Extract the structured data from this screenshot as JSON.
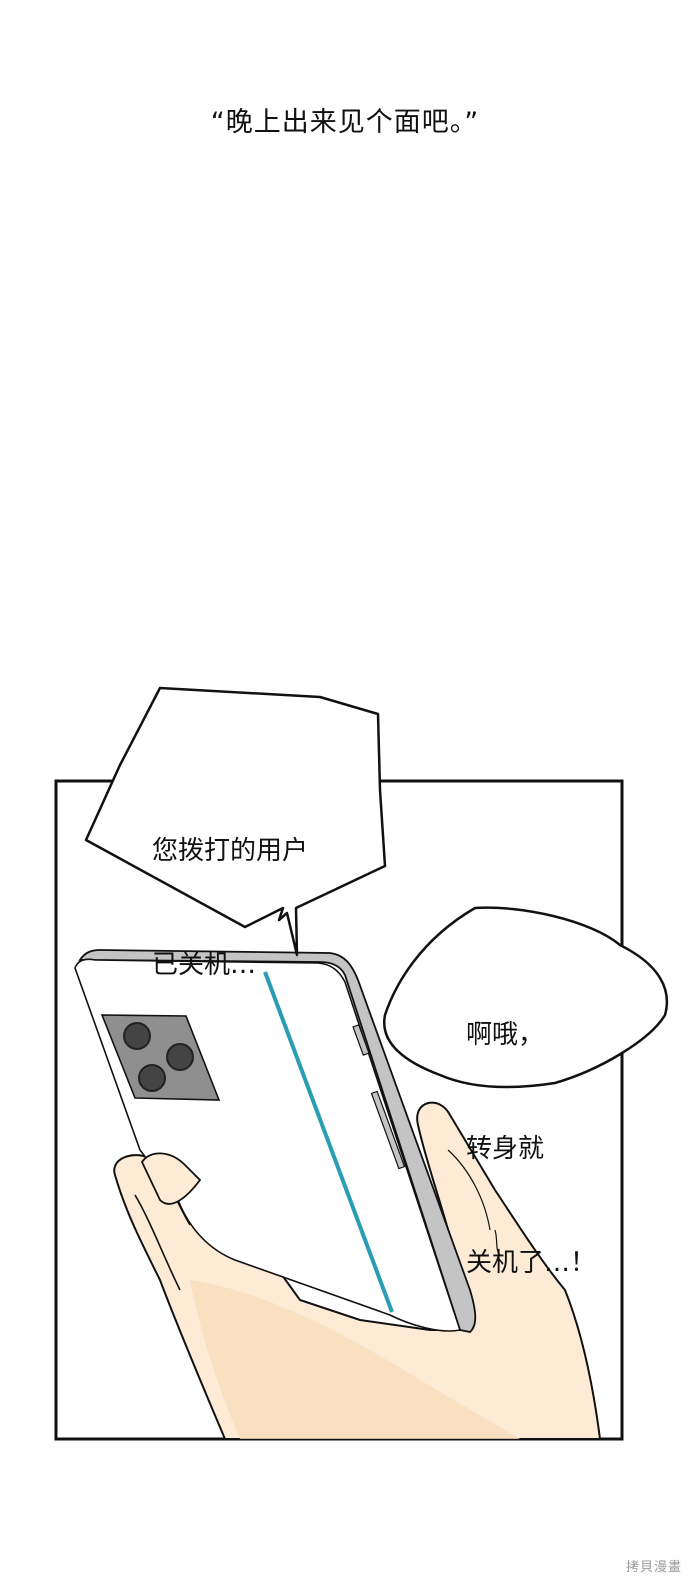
{
  "caption": {
    "text": "“晚上出来见个面吧。”"
  },
  "panel": {
    "frame_color": "#111111",
    "speech_bubbles": [
      {
        "id": "phone-voice",
        "lines": [
          "您拨打的用户",
          "已关机…"
        ]
      },
      {
        "id": "reaction",
        "lines": [
          "啊哦，",
          "转身就",
          "关机了…！"
        ]
      }
    ],
    "phone": {
      "frame_color": "#c4c4c4",
      "accent_stripe_color": "#2a9db3",
      "camera_module_color": "#8f8f8f",
      "lens_color": "#444444"
    },
    "hand": {
      "skin_color": "#fdebd6",
      "shadow_color": "#f9dcbc"
    }
  },
  "watermark": {
    "text": "拷貝漫畫"
  }
}
